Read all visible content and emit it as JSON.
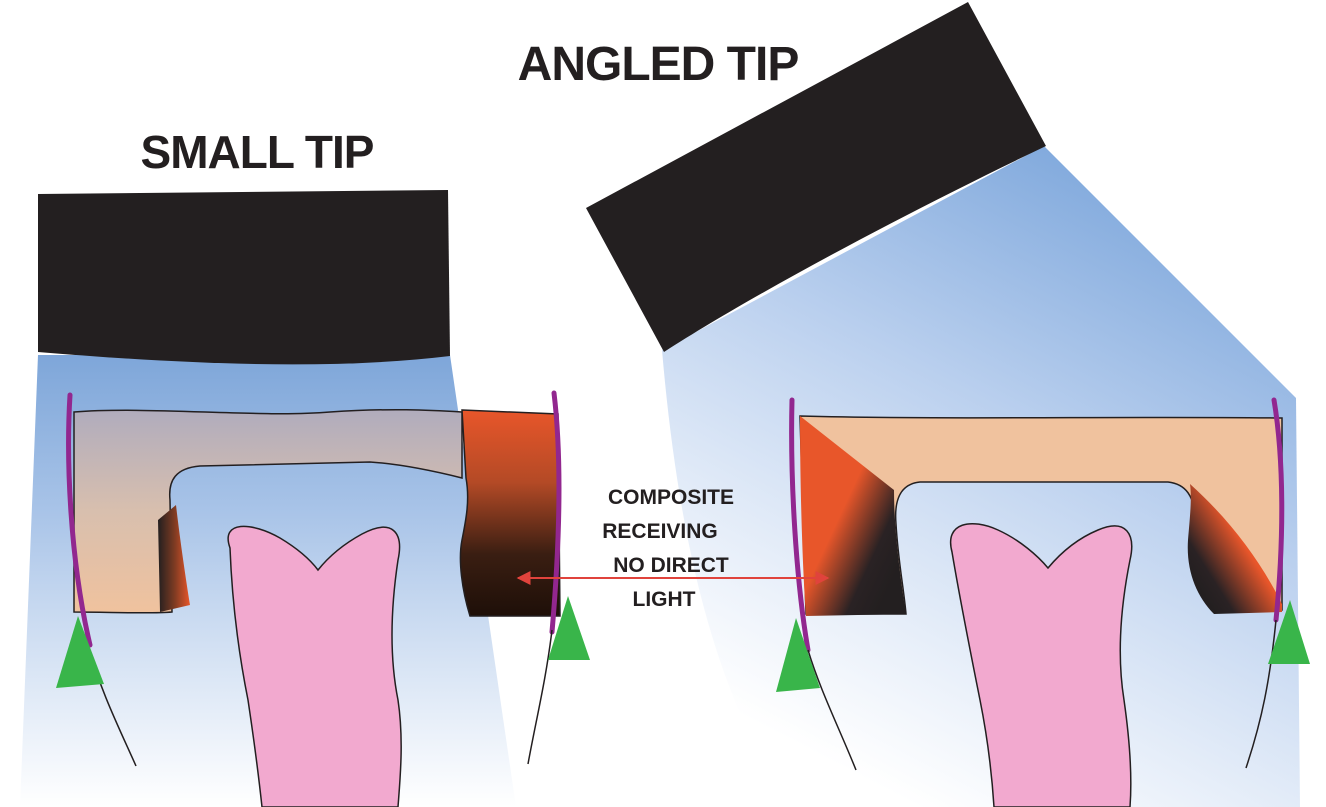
{
  "titles": {
    "left": "SMALL TIP",
    "right": "ANGLED TIP"
  },
  "annotation": {
    "lines": [
      "COMPOSITE",
      "RECEIVING",
      "NO DIRECT",
      "LIGHT"
    ]
  },
  "colors": {
    "light_tip": "#231f20",
    "light_beam": "#8fb3e0",
    "composite": "#f0c29e",
    "uncured_composite": "#e8562a",
    "shadow": "#2a1a12",
    "pulp": "#f2a9cf",
    "matrix_band": "#92278f",
    "wedge": "#39b54a",
    "arrow": "#e0433c"
  },
  "icons": [
    "curing-light-tip",
    "light-beam",
    "matrix-band",
    "wedge",
    "double-arrow"
  ]
}
